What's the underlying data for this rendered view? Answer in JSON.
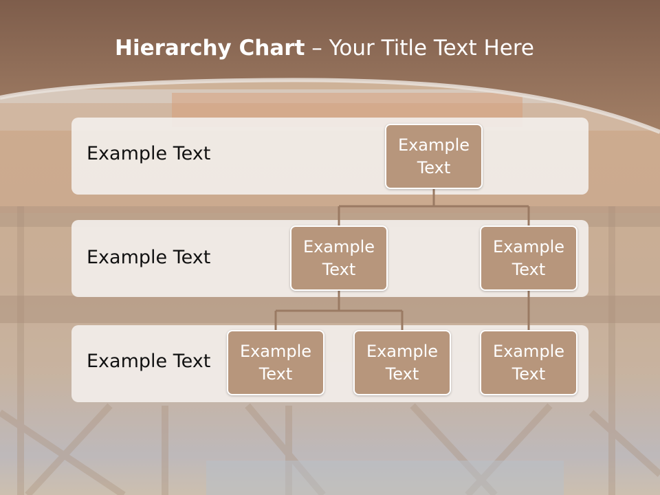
{
  "title": {
    "bold": "Hierarchy Chart",
    "rest": " – Your Title Text Here"
  },
  "rows": [
    {
      "label": "Example Text"
    },
    {
      "label": "Example Text"
    },
    {
      "label": "Example Text"
    }
  ],
  "nodes": {
    "root": "Example\nText",
    "l1_left": "Example\nText",
    "l1_right": "Example\nText",
    "l2_a": "Example\nText",
    "l2_b": "Example\nText",
    "l2_c": "Example\nText"
  },
  "colors": {
    "header": "#896754",
    "box": "#b7967c",
    "connector": "#9a7a63"
  }
}
